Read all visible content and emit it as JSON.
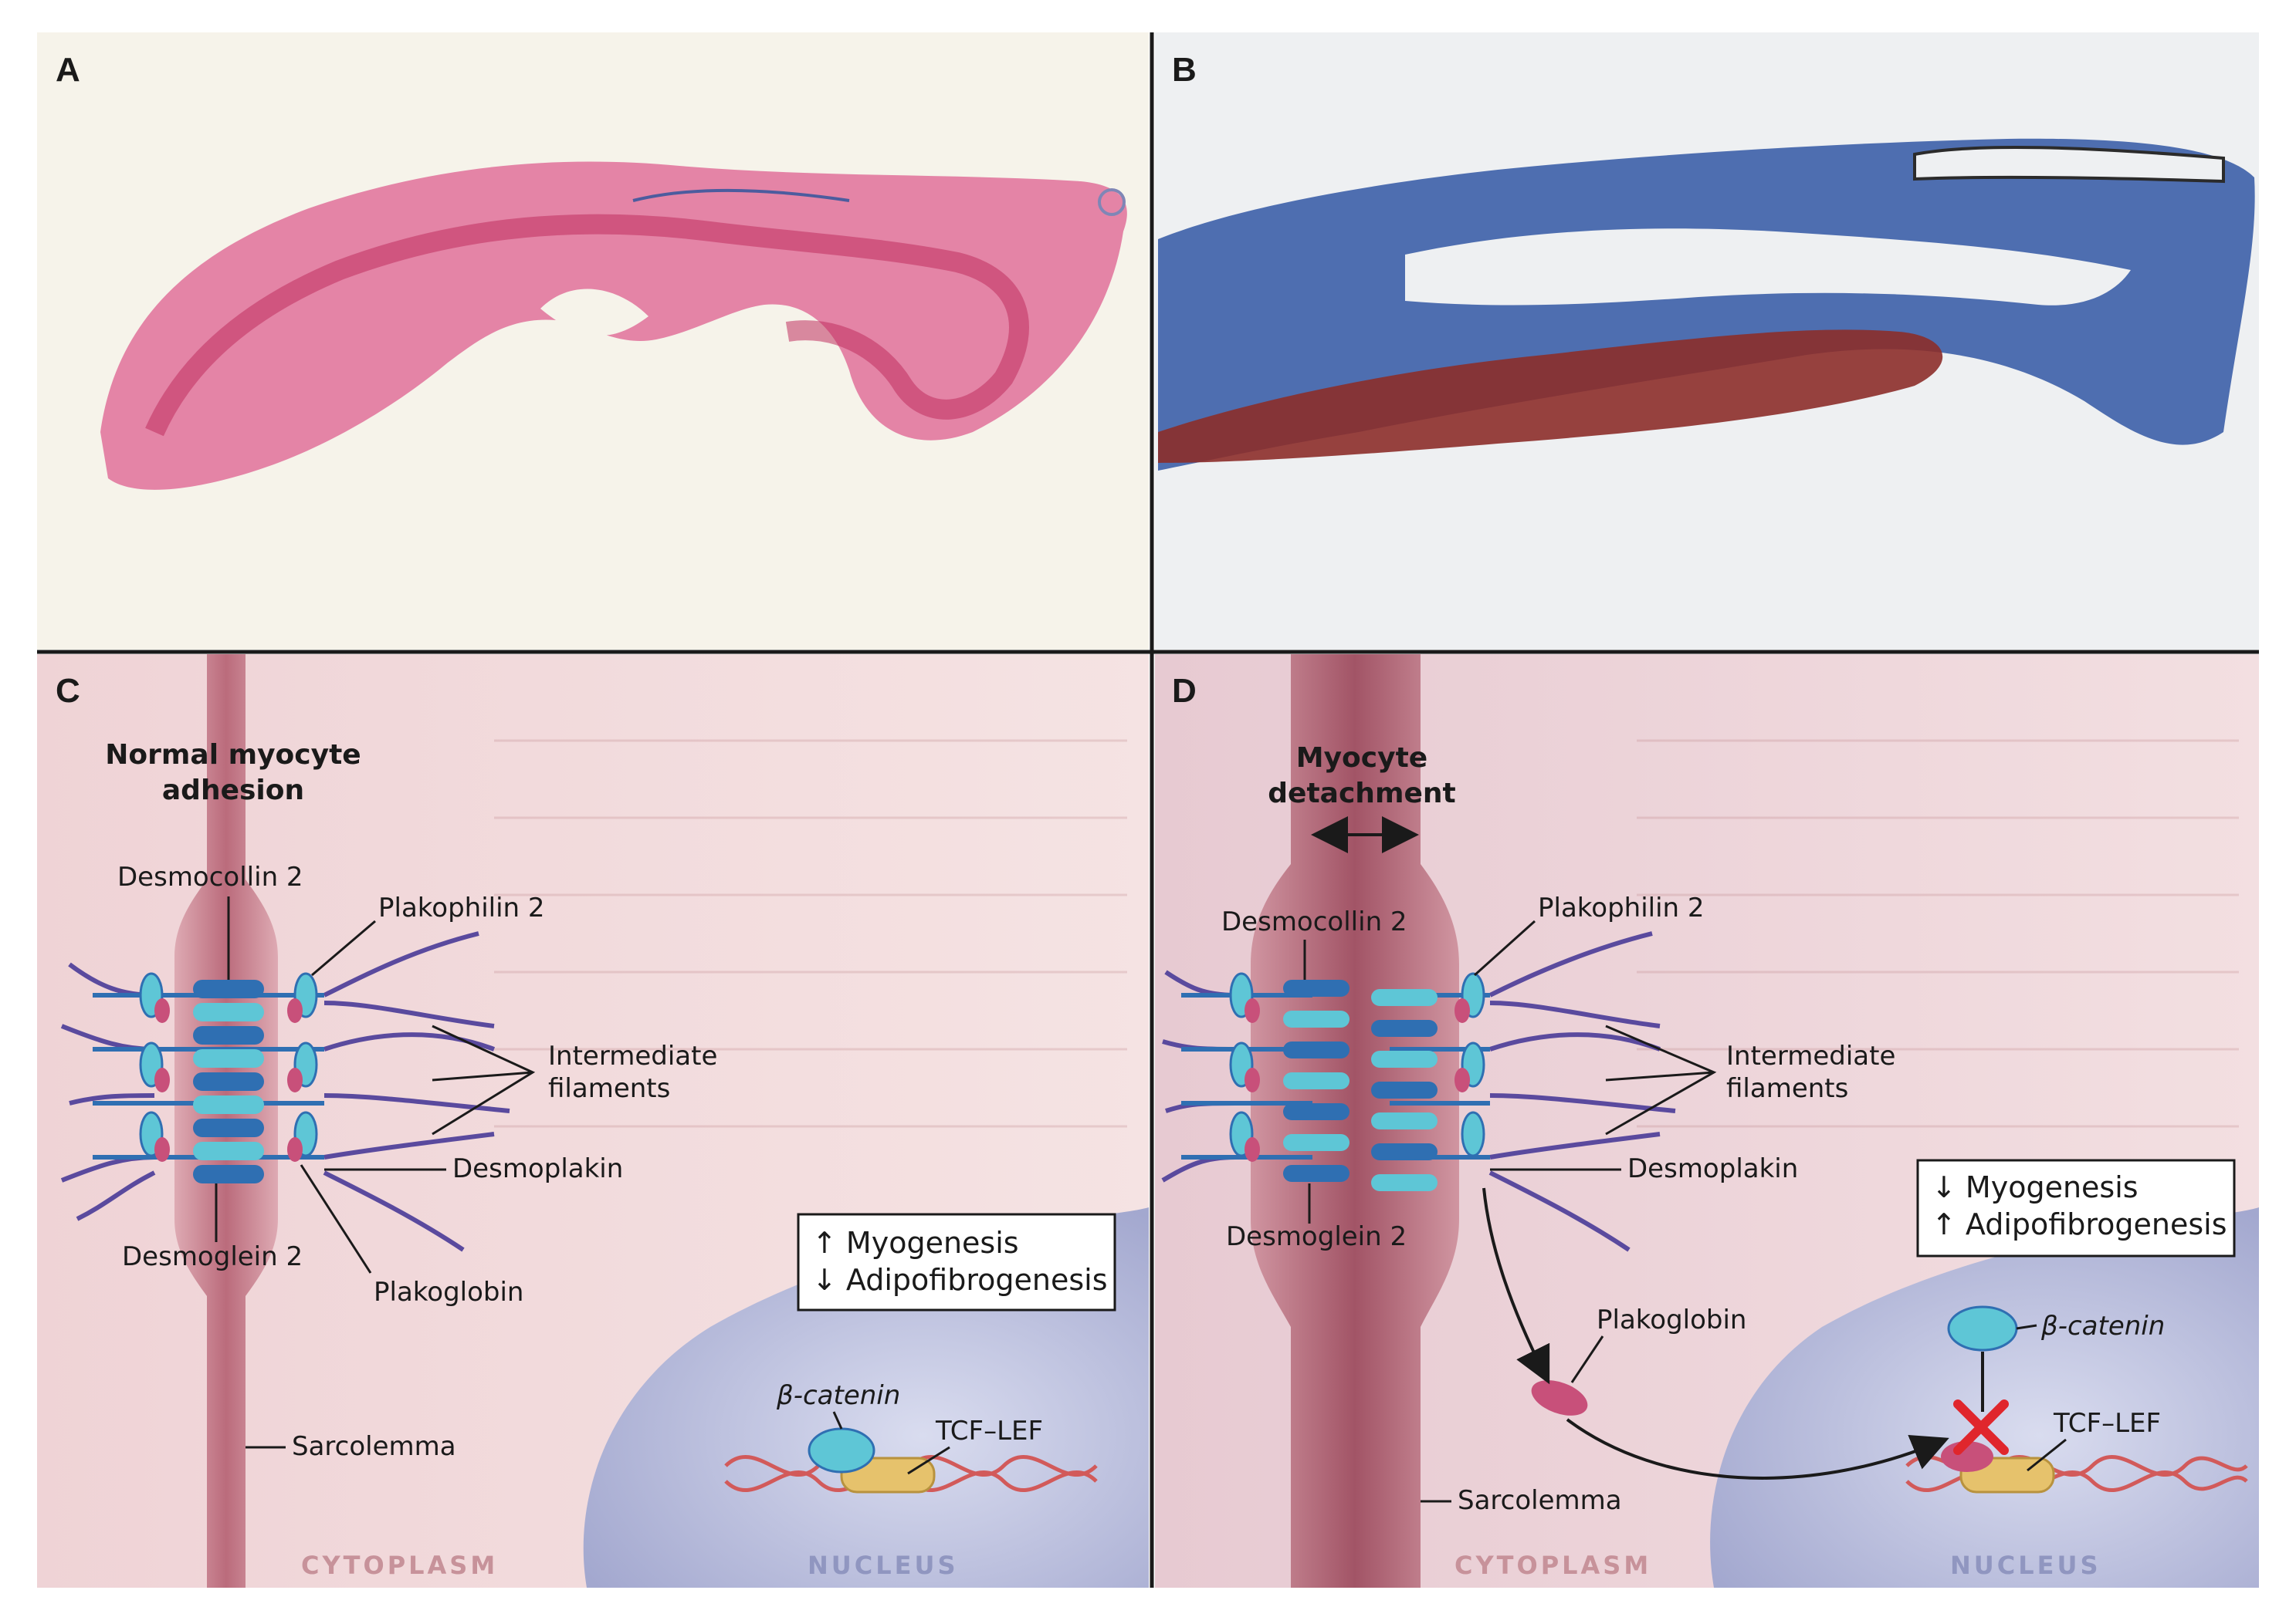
{
  "panels": {
    "a": {
      "letter": "A"
    },
    "b": {
      "letter": "B"
    },
    "c": {
      "letter": "C",
      "title_line1": "Normal myocyte",
      "title_line2": "adhesion",
      "labels": {
        "desmocollin": "Desmocollin 2",
        "plakophilin": "Plakophilin 2",
        "intermediate_line1": "Intermediate",
        "intermediate_line2": "filaments",
        "desmoplakin": "Desmoplakin",
        "desmoglein": "Desmoglein 2",
        "plakoglobin": "Plakoglobin",
        "sarcolemma": "Sarcolemma",
        "beta_catenin": "β-catenin",
        "tcf_lef": "TCF–LEF",
        "cytoplasm": "CYTOPLASM",
        "nucleus": "NUCLEUS"
      },
      "effect_box": {
        "line1": "↑ Myogenesis",
        "line2": "↓ Adipofibrogenesis"
      }
    },
    "d": {
      "letter": "D",
      "title_line1": "Myocyte",
      "title_line2": "detachment",
      "labels": {
        "desmocollin": "Desmocollin 2",
        "plakophilin": "Plakophilin 2",
        "intermediate_line1": "Intermediate",
        "intermediate_line2": "filaments",
        "desmoplakin": "Desmoplakin",
        "desmoglein": "Desmoglein 2",
        "plakoglobin": "Plakoglobin",
        "sarcolemma": "Sarcolemma",
        "beta_catenin": "β-catenin",
        "tcf_lef": "TCF–LEF",
        "cytoplasm": "CYTOPLASM",
        "nucleus": "NUCLEUS"
      },
      "effect_box": {
        "line1": "↓ Myogenesis",
        "line2": "↑ Adipofibrogenesis"
      }
    }
  },
  "colors": {
    "tissue_pink": "#d9467a",
    "trichrome_blue": "#3c5fa8",
    "trichrome_red": "#8c2e2a",
    "cell_bg": "#f3dcdd",
    "sarcolemma": "#b45a6c",
    "nucleus": "#bcc0dc",
    "desmosome_blue": "#2f6fb2",
    "desmosome_cyan": "#5ec6d6",
    "plakoglobin_pink": "#c8507a",
    "filament_purple": "#5a4a9e",
    "tcf_yellow": "#e6c26c",
    "block_red": "#e0262c"
  }
}
